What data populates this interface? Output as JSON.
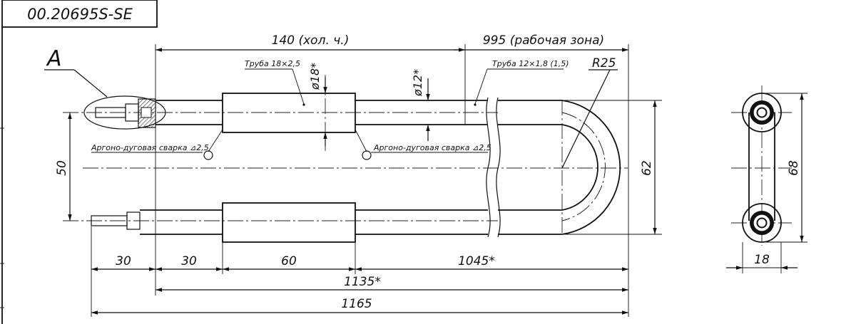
{
  "stamp": {
    "code": "00.20695S-SE"
  },
  "view_label": "A",
  "labels": {
    "cold_part": "140 (хол. ч.)",
    "work_zone": "995 (рабочая зона)",
    "pipe_large": "Труба 18×2,5",
    "pipe_small": "Труба 12×1,8 (1,5)",
    "dia18": "ø18*",
    "dia12": "ø12*",
    "radius": "R25",
    "weld_left": "Аргоно-дуговая сварка ⊿2,5",
    "weld_right": "Аргоно-дуговая сварка ⊿2,5"
  },
  "dims": {
    "height50": "50",
    "height62": "62",
    "height68": "68",
    "width18": "18",
    "d30a": "30",
    "d30b": "30",
    "d60": "60",
    "d1045": "1045*",
    "d1135": "1135*",
    "d1165": "1165"
  }
}
